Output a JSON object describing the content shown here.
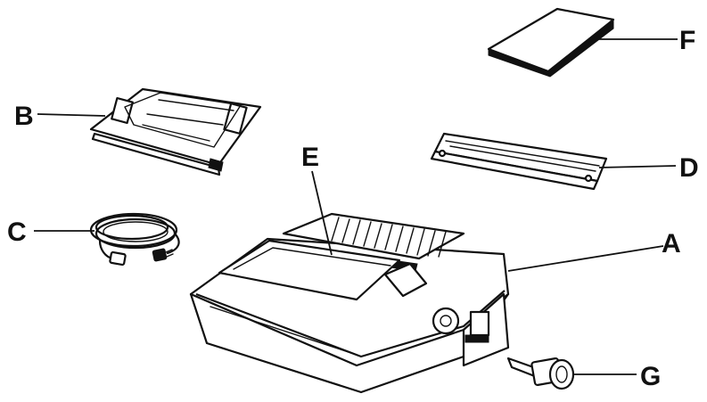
{
  "labels": {
    "A": "A",
    "B": "B",
    "C": "C",
    "D": "D",
    "E": "E",
    "F": "F",
    "G": "G"
  }
}
